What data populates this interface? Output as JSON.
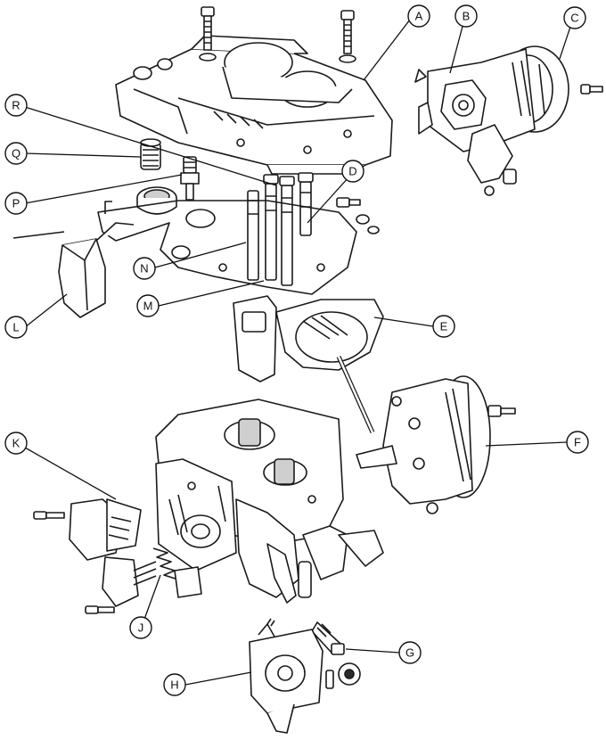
{
  "callouts": [
    {
      "id": "A",
      "label": "A"
    },
    {
      "id": "B",
      "label": "B"
    },
    {
      "id": "C",
      "label": "C"
    },
    {
      "id": "D",
      "label": "D"
    },
    {
      "id": "E",
      "label": "E"
    },
    {
      "id": "F",
      "label": "F"
    },
    {
      "id": "G",
      "label": "G"
    },
    {
      "id": "H",
      "label": "H"
    },
    {
      "id": "J",
      "label": "J"
    },
    {
      "id": "K",
      "label": "K"
    },
    {
      "id": "L",
      "label": "L"
    },
    {
      "id": "M",
      "label": "M"
    },
    {
      "id": "N",
      "label": "N"
    },
    {
      "id": "P",
      "label": "P"
    },
    {
      "id": "Q",
      "label": "Q"
    },
    {
      "id": "R",
      "label": "R"
    }
  ]
}
